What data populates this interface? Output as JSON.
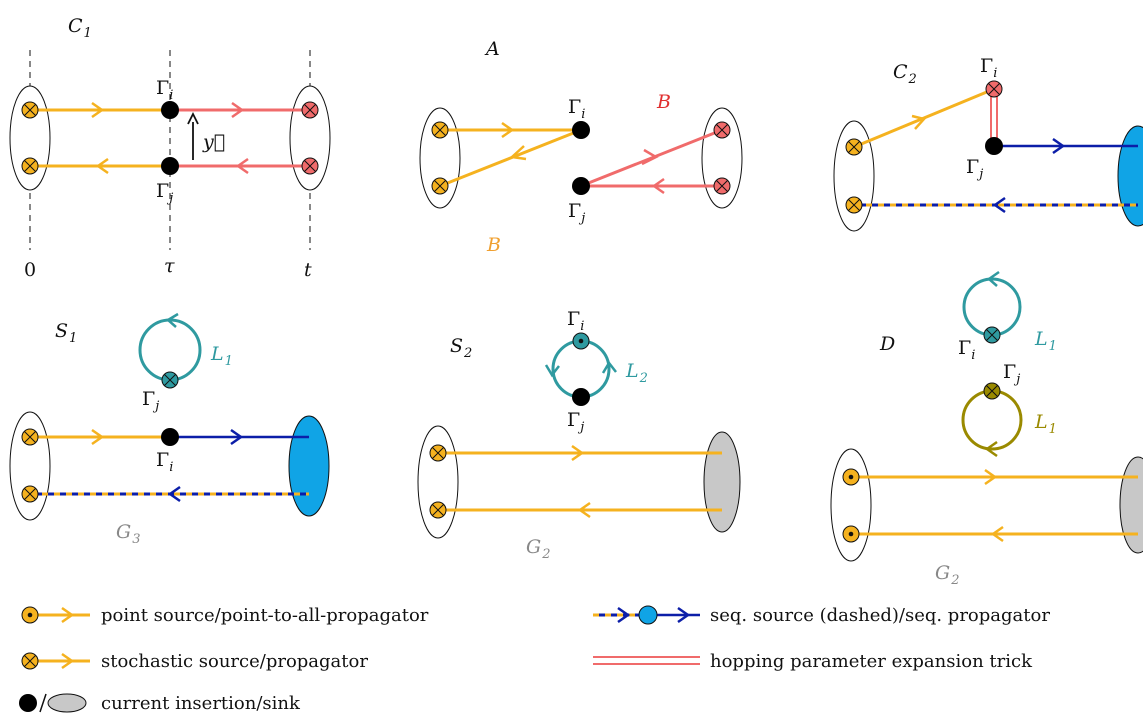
{
  "colors": {
    "orange": "#f5b21f",
    "red": "#f06b6b",
    "blue": "#0c1ea8",
    "cyan": "#10a4e6",
    "teal": "#2f9aa0",
    "olive": "#9a8a00",
    "grey": "#c8c8c8",
    "orange_label": "#f0a030",
    "red_label": "#e03030",
    "grey_label": "#888888"
  },
  "diagrams": {
    "c1": {
      "title": "C",
      "title_sub": "1",
      "gi": "Γ",
      "gi_sub": "i",
      "gj": "Γ",
      "gj_sub": "j",
      "y": "y⃗",
      "t0": "0",
      "ttau": "τ",
      "tt": "t"
    },
    "a": {
      "title": "A",
      "gi": "Γ",
      "gi_sub": "i",
      "gj": "Γ",
      "gj_sub": "j",
      "b_red": "B",
      "b_orange": "B"
    },
    "c2": {
      "title": "C",
      "title_sub": "2",
      "gi": "Γ",
      "gi_sub": "i",
      "gj": "Γ",
      "gj_sub": "j"
    },
    "s1": {
      "title": "S",
      "title_sub": "1",
      "gi": "Γ",
      "gi_sub": "i",
      "gj": "Γ",
      "gj_sub": "j",
      "loop": "L",
      "loop_sub": "1",
      "g": "G",
      "g_sub": "3"
    },
    "s2": {
      "title": "S",
      "title_sub": "2",
      "gi": "Γ",
      "gi_sub": "i",
      "gj": "Γ",
      "gj_sub": "j",
      "loop": "L",
      "loop_sub": "2",
      "g": "G",
      "g_sub": "2"
    },
    "d": {
      "title": "D",
      "gi": "Γ",
      "gi_sub": "i",
      "gj": "Γ",
      "gj_sub": "j",
      "loop1": "L",
      "loop1_sub": "1",
      "loop2": "L",
      "loop2_sub": "1",
      "g": "G",
      "g_sub": "2"
    }
  },
  "legend": {
    "point_source": "point source/point-to-all-propagator",
    "stochastic": "stochastic source/propagator",
    "current": "current insertion/sink",
    "seq": "seq. source (dashed)/seq. propagator",
    "hopping": "hopping parameter expansion trick"
  }
}
